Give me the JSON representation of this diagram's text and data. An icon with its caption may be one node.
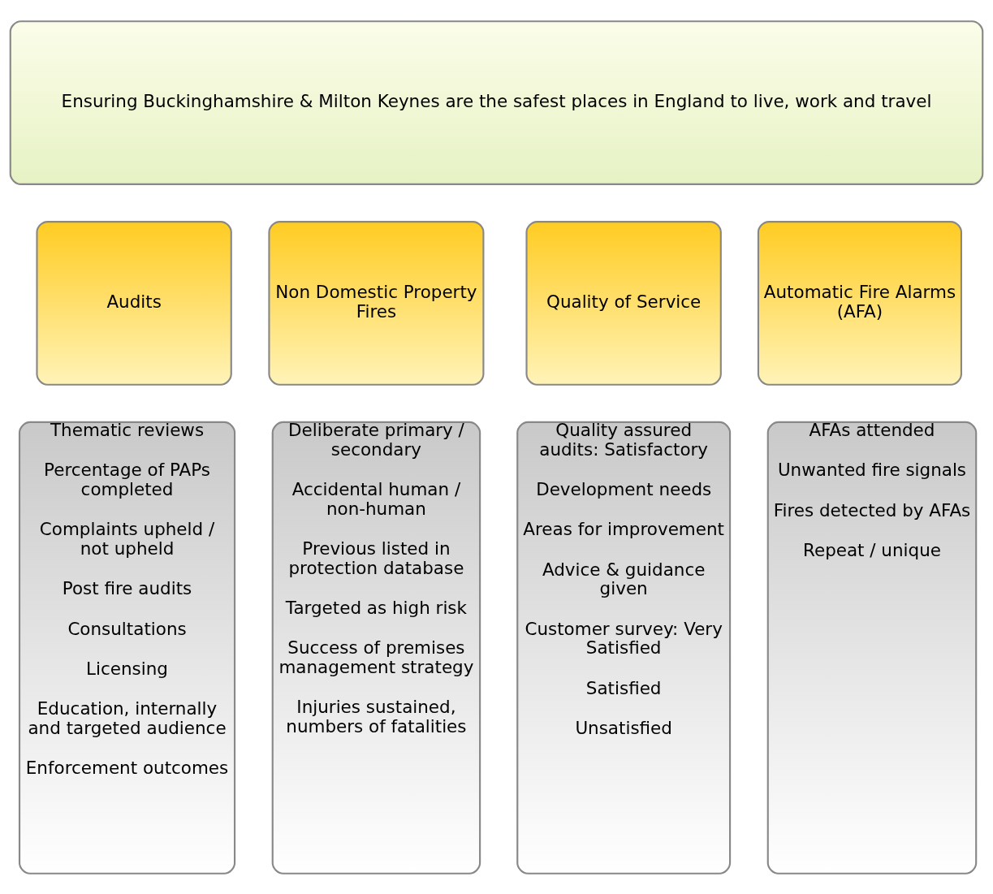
{
  "diagram": {
    "nodes": [
      {
        "text": [
          "Ensuring Buckinghamshire & Milton Keynes are the safest places in England to live, work and travel"
        ]
      },
      {
        "text": [
          "Audits"
        ]
      },
      {
        "text": [
          "Non Domestic Property Fires"
        ]
      },
      {
        "text": [
          "Quality of Service"
        ]
      },
      {
        "text": [
          "Automatic Fire Alarms (AFA)"
        ]
      },
      {
        "text": [
          "Thematic reviews",
          "Percentage of PAPs completed",
          "Complaints upheld / not upheld",
          "Post fire audits",
          "Consultations",
          "Licensing",
          "Education, internally and targeted audience",
          "Enforcement outcomes"
        ]
      },
      {
        "text": [
          "Deliberate primary / secondary",
          "Accidental human / non-human",
          "Previous listed in protection database",
          "Targeted as high risk",
          "Success of premises management strategy",
          "Injuries sustained, numbers of fatalities"
        ]
      },
      {
        "text": [
          "Quality assured audits: Satisfactory",
          "Development needs",
          "Areas for improvement",
          "Advice & guidance given",
          "Customer survey: Very Satisfied",
          "Satisfied",
          "Unsatisfied"
        ]
      },
      {
        "text": [
          "AFAs attended",
          "Unwanted fire signals",
          "Fires detected by AFAs",
          "Repeat / unique"
        ]
      }
    ],
    "edges": []
  }
}
